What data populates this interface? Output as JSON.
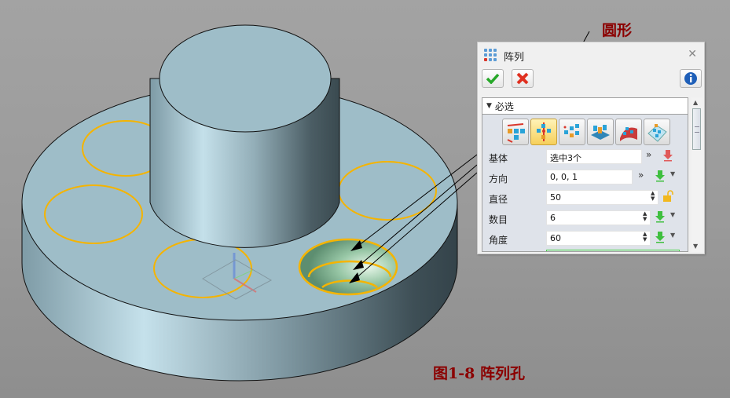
{
  "annotations": {
    "shape_label": "圆形",
    "figure_caption": "图1-8  阵列孔"
  },
  "dialog": {
    "title": "阵列",
    "close_icon": "close-icon",
    "ok_icon": "checkmark-icon",
    "cancel_icon": "x-icon",
    "info_icon": "info-icon",
    "section_title": "必选",
    "pattern_modes": [
      {
        "name": "linear",
        "active": false
      },
      {
        "name": "circular",
        "active": true
      },
      {
        "name": "polygon",
        "active": false
      },
      {
        "name": "point",
        "active": false
      },
      {
        "name": "along-curve",
        "active": false
      },
      {
        "name": "fill",
        "active": false
      }
    ],
    "fields": {
      "base": {
        "label": "基体",
        "value": "选中3个"
      },
      "direction": {
        "label": "方向",
        "value": "0, 0, 1"
      },
      "diameter": {
        "label": "直径",
        "value": "50"
      },
      "count": {
        "label": "数目",
        "value": "6"
      },
      "angle": {
        "label": "角度",
        "value": "60"
      }
    }
  },
  "colors": {
    "background": "#9e9e9e",
    "model_surface": "#9ebdc8",
    "highlight_edge": "#f5b400",
    "callout_text": "#8b0000",
    "active_mode": "#f6cf5a"
  }
}
